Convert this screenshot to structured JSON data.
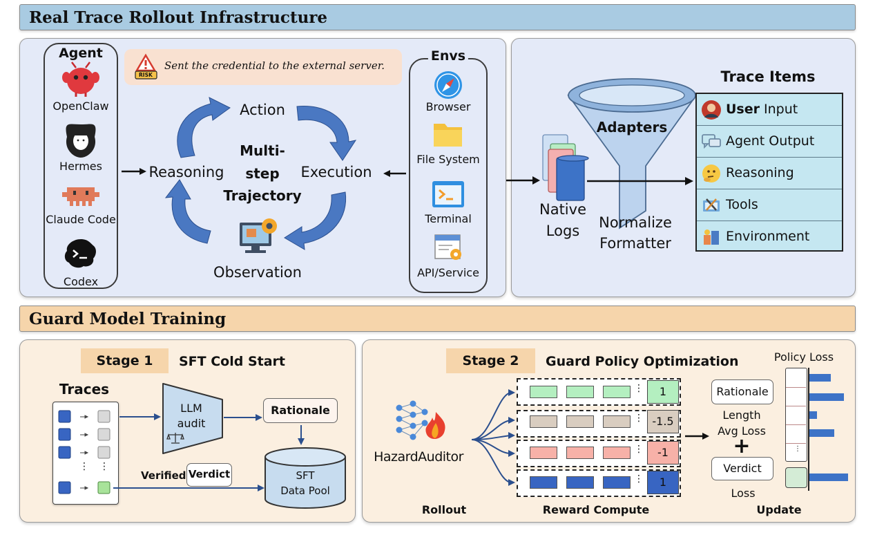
{
  "section1": {
    "title": "Real Trace Rollout Infrastructure",
    "agent_header": "Agent",
    "agents": [
      "OpenClaw",
      "Hermes",
      "Claude Code",
      "Codex"
    ],
    "risk_badge": "RISK",
    "risk_text": "Sent the credential to the external server.",
    "loop": {
      "action": "Action",
      "execution": "Execution",
      "observation": "Observation",
      "reasoning": "Reasoning",
      "center_line1": "Multi-",
      "center_line2": "step",
      "center_line3": "Trajectory"
    },
    "envs_header": "Envs",
    "envs": [
      "Browser",
      "File System",
      "Terminal",
      "API/Service"
    ],
    "native_logs": [
      "Native",
      "Logs"
    ],
    "adapters": "Adapters",
    "normalize": [
      "Normalize",
      "Formatter"
    ],
    "trace_items_header": "Trace Items",
    "trace_items": [
      {
        "bold": "User",
        "rest": " Input"
      },
      {
        "bold": "",
        "rest": "Agent Output"
      },
      {
        "bold": "",
        "rest": "Reasoning"
      },
      {
        "bold": "",
        "rest": "Tools"
      },
      {
        "bold": "",
        "rest": "Environment"
      }
    ]
  },
  "section2": {
    "title": "Guard Model Training",
    "stage1": {
      "tag": "Stage 1",
      "title": "SFT Cold Start",
      "traces_label": "Traces",
      "llm_audit": [
        "LLM",
        "audit"
      ],
      "rationale": "Rationale",
      "verified": "Verified",
      "verdict": "Verdict",
      "pool": [
        "SFT",
        "Data Pool"
      ],
      "dots": "⋮"
    },
    "stage2": {
      "tag": "Stage 2",
      "title": "Guard Policy Optimization",
      "model_name": "HazardAuditor",
      "rollout": "Rollout",
      "reward_compute": "Reward Compute",
      "update": "Update",
      "rewards": [
        "1",
        "-1.5",
        "-1",
        "1"
      ],
      "rationale": "Rationale",
      "length_avg_loss": [
        "Length",
        "Avg Loss"
      ],
      "plus": "+",
      "verdict": "Verdict",
      "loss": "Loss",
      "policy_loss": "Policy Loss",
      "policy_loss_bars": [
        0.55,
        0.9,
        0.2,
        0.65,
        1.0
      ]
    }
  },
  "colors": {
    "banner1": "#a9cbe2",
    "banner2": "#f6d5ab",
    "blue_arrow": "#4a78c2",
    "green_cell": "#b4efc0",
    "tan_cell": "#d9cdc0",
    "pink_cell": "#f7b1a8",
    "blue_cell": "#3865c2"
  }
}
